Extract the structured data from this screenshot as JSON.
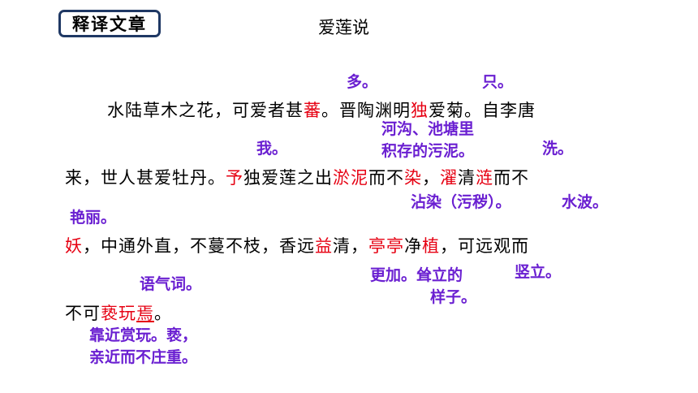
{
  "badge": "释译文章",
  "title": "爱莲说",
  "text": {
    "l1": {
      "a": "水陆草木之花，可爱者甚",
      "b": "蕃",
      "c": "。晋陶渊明",
      "d": "独",
      "e": "爱菊。自李唐"
    },
    "l2": {
      "a": "来，世人甚爱牡丹。",
      "b": "予",
      "c": "独爱莲之出",
      "d": "淤泥",
      "e": "而不",
      "f": "染",
      "g": "，",
      "h": "濯",
      "i": "清",
      "j": "涟",
      "k": "而不"
    },
    "l3": {
      "a": "妖",
      "b": "，中通外直，不蔓不枝，香远",
      "c": "益",
      "d": "清，",
      "e": "亭亭",
      "f": "净",
      "g": "植",
      "h": "，可远观而"
    },
    "l4": {
      "a": "不可",
      "b": "亵玩",
      "c": "焉",
      "d": "。"
    }
  },
  "notes": {
    "duo": "多。",
    "zhi": "只。",
    "hegou1": "河沟、池塘里",
    "hegou2": "积存的污泥。",
    "wo": "我。",
    "xi": "洗。",
    "zhanran": "沾染（污秽）。",
    "shuibo": "水波。",
    "yanli": "艳丽。",
    "yuqi": "语气词。",
    "gengjia": "更加。耸立的",
    "yangzi": "样子。",
    "shuli": "竖立。",
    "kaojin1": "靠近赏玩。亵，",
    "kaojin2": "亲近而不庄重。"
  }
}
